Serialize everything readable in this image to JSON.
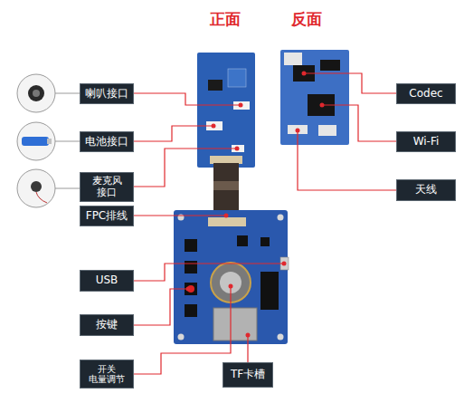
{
  "diagram": {
    "nodes": [
      {
        "text": [
          "喇叭接口"
        ]
      },
      {
        "text": [
          "Codec"
        ]
      },
      {
        "text": [
          "电池接口"
        ]
      },
      {
        "text": [
          "Wi-Fi"
        ]
      },
      {
        "text": [
          "麦克风 接口"
        ]
      },
      {
        "text": [
          "天线"
        ]
      },
      {
        "text": [
          "FPC排线"
        ]
      },
      {
        "text": [
          "USB"
        ]
      },
      {
        "text": [
          "按键"
        ]
      },
      {
        "text": [
          "开关 电量调节"
        ]
      },
      {
        "text": [
          "TF卡槽"
        ]
      }
    ],
    "labels": [
      "正面",
      "反面"
    ]
  }
}
